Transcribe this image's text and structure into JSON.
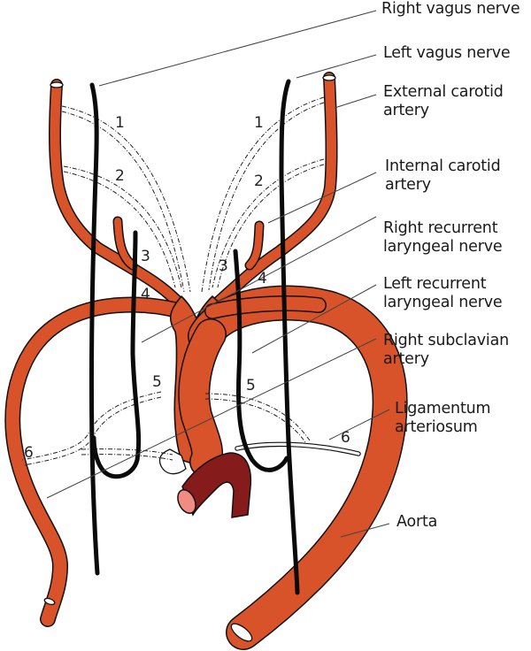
{
  "figure": {
    "subject": "Pharyngeal arch arteries and their derivatives with vagus and recurrent laryngeal nerves",
    "colors": {
      "artery": "#d9532a",
      "pulmonary_trunk": "#861b1b",
      "pulmonary_cut_end": "#f28b82",
      "nerve": "#0a0a0a",
      "leader_line": "#444444",
      "label_text": "#1a1a1a"
    },
    "labels": [
      {
        "id": "right-vagus-nerve",
        "lines": [
          "Right vagus nerve"
        ]
      },
      {
        "id": "left-vagus-nerve",
        "lines": [
          "Left vagus nerve"
        ]
      },
      {
        "id": "external-carotid-artery",
        "lines": [
          "External carotid",
          "artery"
        ]
      },
      {
        "id": "internal-carotid-artery",
        "lines": [
          "Internal carotid",
          "artery"
        ]
      },
      {
        "id": "right-recurrent-laryngeal-nerve",
        "lines": [
          "Right recurrent",
          "laryngeal nerve"
        ]
      },
      {
        "id": "left-recurrent-laryngeal-nerve",
        "lines": [
          "Left recurrent",
          "laryngeal nerve"
        ]
      },
      {
        "id": "right-subclavian-artery",
        "lines": [
          "Right subclavian",
          "artery"
        ]
      },
      {
        "id": "ligamentum-arteriosum",
        "lines": [
          "Ligamentum",
          "arteriosum"
        ]
      },
      {
        "id": "aorta",
        "lines": [
          "Aorta"
        ]
      }
    ],
    "arch_numbers": {
      "left_side": [
        "1",
        "2",
        "3",
        "4",
        "5",
        "6"
      ],
      "right_side": [
        "1",
        "2",
        "3",
        "4",
        "5",
        "6"
      ]
    }
  }
}
